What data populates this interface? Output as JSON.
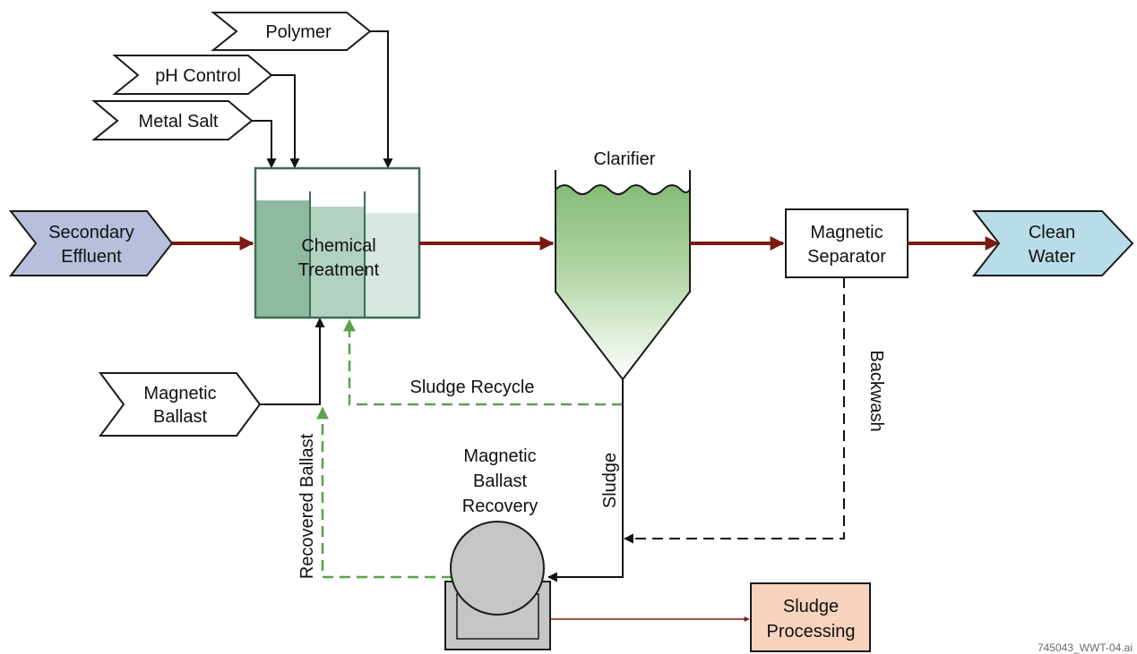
{
  "inputs": {
    "polymer": "Polymer",
    "ph_control": "pH Control",
    "metal_salt": "Metal Salt",
    "magnetic_ballast": [
      "Magnetic",
      "Ballast"
    ]
  },
  "terminals": {
    "secondary_effluent": [
      "Secondary",
      "Effluent"
    ],
    "clean_water": [
      "Clean",
      "Water"
    ]
  },
  "units": {
    "chemical_treatment": [
      "Chemical",
      "Treatment"
    ],
    "clarifier": "Clarifier",
    "magnetic_separator": [
      "Magnetic",
      "Separator"
    ],
    "ballast_recovery": [
      "Magnetic",
      "Ballast",
      "Recovery"
    ],
    "sludge_processing": [
      "Sludge",
      "Processing"
    ]
  },
  "streams": {
    "sludge_recycle": "Sludge Recycle",
    "sludge": "Sludge",
    "backwash": "Backwash",
    "recovered_ballast": "Recovered Ballast"
  },
  "file_id": "745043_WWT-04.ai",
  "colors": {
    "main_flow": "#7a1a10",
    "recycle_flow": "#5aa24a",
    "effluent_fill": "#b7bfdc",
    "clean_water_fill": "#b8dde8",
    "tank_fill": "#8fb9a0",
    "tank_outline": "#3d6e52",
    "clarifier_top": "#86bb78",
    "sludge_processing_fill": "#f7d3bd",
    "drum_fill": "#c6c6c6"
  }
}
